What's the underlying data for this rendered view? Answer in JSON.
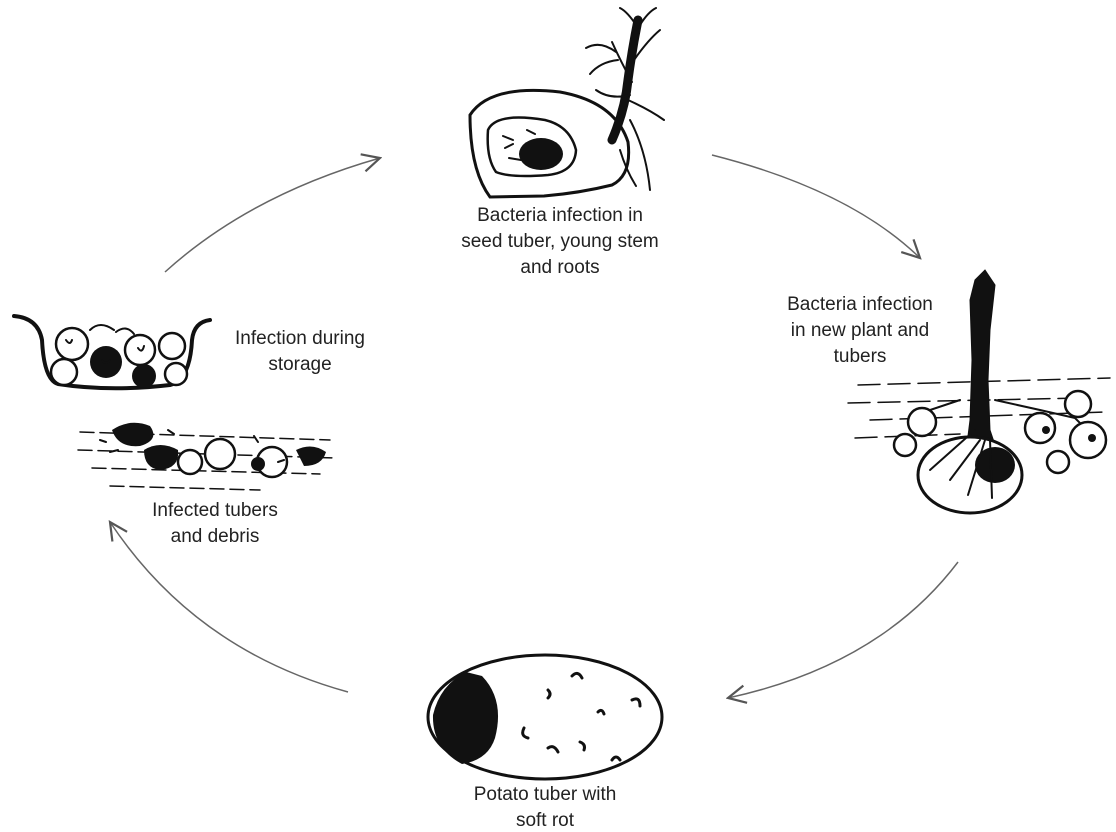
{
  "stages": {
    "seed": {
      "lines": [
        "Bacteria infection in",
        "seed tuber, young stem",
        "and roots"
      ]
    },
    "new_plant": {
      "lines": [
        "Bacteria infection",
        "in new plant and",
        "tubers"
      ]
    },
    "soft_rot": {
      "lines": [
        "Potato tuber with",
        "soft rot"
      ]
    },
    "debris": {
      "lines": [
        "Infected tubers",
        "and debris"
      ]
    },
    "storage": {
      "lines": [
        "Infection during",
        "storage"
      ]
    }
  },
  "colors": {
    "ink": "#111111",
    "text": "#222222",
    "arrow": "#555555"
  }
}
